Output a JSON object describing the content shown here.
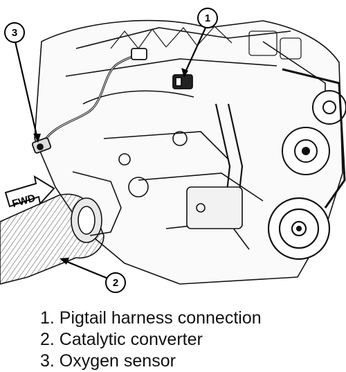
{
  "figure": {
    "callouts": [
      {
        "number": "1"
      },
      {
        "number": "2"
      },
      {
        "number": "3"
      }
    ],
    "fwd_label": "FWD"
  },
  "legend": {
    "items": [
      {
        "label": "1. Pigtail harness connection"
      },
      {
        "label": "2. Catalytic converter"
      },
      {
        "label": "3. Oxygen sensor"
      }
    ]
  }
}
